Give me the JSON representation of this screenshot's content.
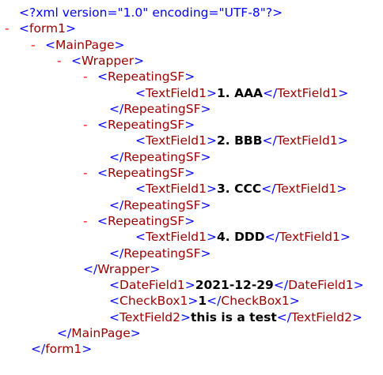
{
  "xml": {
    "declaration": "<?xml version=\"1.0\" encoding=\"UTF-8\"?>",
    "toggle_symbol": "-",
    "lines": [
      {
        "type": "pi"
      },
      {
        "type": "open",
        "depth": 0,
        "toggle": true,
        "tag": "form1"
      },
      {
        "type": "open",
        "depth": 1,
        "toggle": true,
        "tag": "MainPage"
      },
      {
        "type": "open",
        "depth": 2,
        "toggle": true,
        "tag": "Wrapper"
      },
      {
        "type": "open",
        "depth": 3,
        "toggle": true,
        "tag": "RepeatingSF"
      },
      {
        "type": "leaf",
        "depth": 4,
        "tag": "TextField1",
        "value": "1. AAA"
      },
      {
        "type": "close",
        "depth": 3,
        "tag": "RepeatingSF"
      },
      {
        "type": "open",
        "depth": 3,
        "toggle": true,
        "tag": "RepeatingSF"
      },
      {
        "type": "leaf",
        "depth": 4,
        "tag": "TextField1",
        "value": "2. BBB"
      },
      {
        "type": "close",
        "depth": 3,
        "tag": "RepeatingSF"
      },
      {
        "type": "open",
        "depth": 3,
        "toggle": true,
        "tag": "RepeatingSF"
      },
      {
        "type": "leaf",
        "depth": 4,
        "tag": "TextField1",
        "value": "3. CCC"
      },
      {
        "type": "close",
        "depth": 3,
        "tag": "RepeatingSF"
      },
      {
        "type": "open",
        "depth": 3,
        "toggle": true,
        "tag": "RepeatingSF"
      },
      {
        "type": "leaf",
        "depth": 4,
        "tag": "TextField1",
        "value": "4. DDD"
      },
      {
        "type": "close",
        "depth": 3,
        "tag": "RepeatingSF"
      },
      {
        "type": "close",
        "depth": 2,
        "tag": "Wrapper"
      },
      {
        "type": "leaf",
        "depth": 3,
        "tag": "DateField1",
        "value": "2021-12-29"
      },
      {
        "type": "leaf",
        "depth": 3,
        "tag": "CheckBox1",
        "value": "1"
      },
      {
        "type": "leaf",
        "depth": 3,
        "tag": "TextField2",
        "value": "this is a test"
      },
      {
        "type": "close",
        "depth": 1,
        "tag": "MainPage"
      },
      {
        "type": "close",
        "depth": 0,
        "tag": "form1"
      }
    ]
  }
}
